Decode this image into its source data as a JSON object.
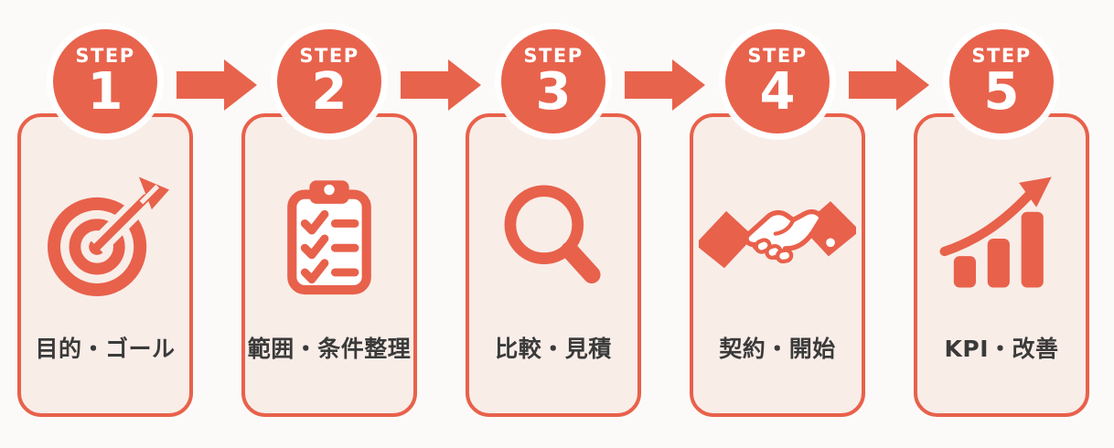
{
  "diagram": {
    "accent_color": "#E8614B",
    "badge_color": "#E8634C",
    "card_background": "#F9EDE8",
    "page_background": "#FCFAF8",
    "label_color": "#3A3A3A",
    "arrow_count": 4,
    "steps": [
      {
        "badge": "STEP",
        "number": "1",
        "label": "目的・ゴール",
        "icon": "target-dart-icon"
      },
      {
        "badge": "STEP",
        "number": "2",
        "label": "範囲・条件整理",
        "icon": "clipboard-checklist-icon"
      },
      {
        "badge": "STEP",
        "number": "3",
        "label": "比較・見積",
        "icon": "magnifying-glass-icon"
      },
      {
        "badge": "STEP",
        "number": "4",
        "label": "契約・開始",
        "icon": "handshake-icon"
      },
      {
        "badge": "STEP",
        "number": "5",
        "label": "KPI・改善",
        "icon": "growth-chart-icon"
      }
    ]
  }
}
